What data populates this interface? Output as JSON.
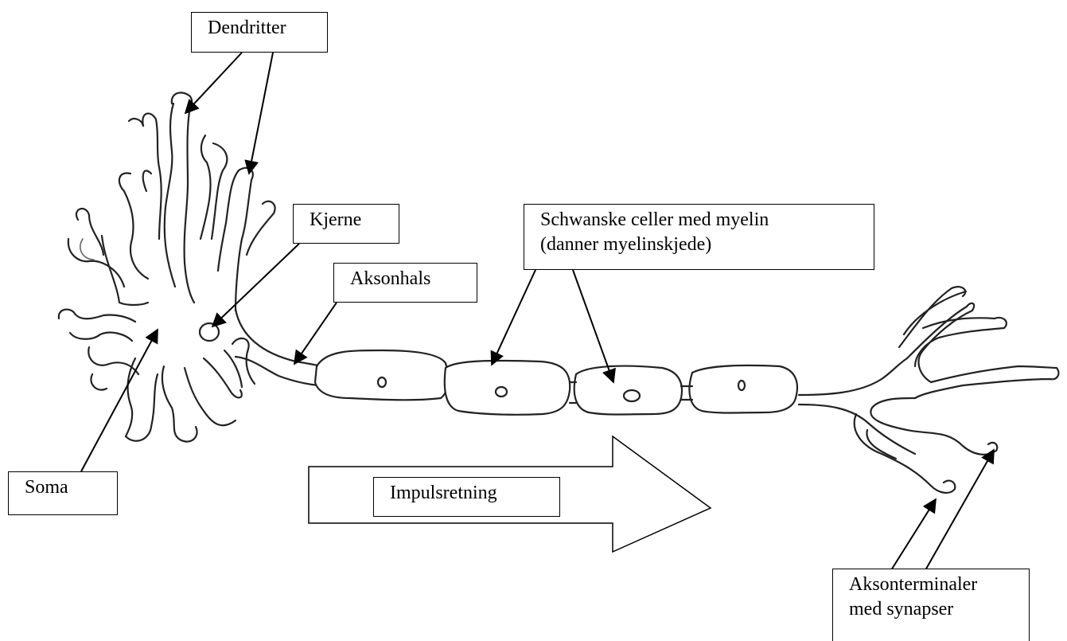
{
  "labels": {
    "dendritter": "Dendritter",
    "kjerne": "Kjerne",
    "schwann": "Schwanske celler med myelin\n(danner myelinskjede)",
    "aksonhals": "Aksonhals",
    "soma": "Soma",
    "impuls": "Impulsretning",
    "terminaler": "Aksonterminaler\nmed synapser"
  }
}
